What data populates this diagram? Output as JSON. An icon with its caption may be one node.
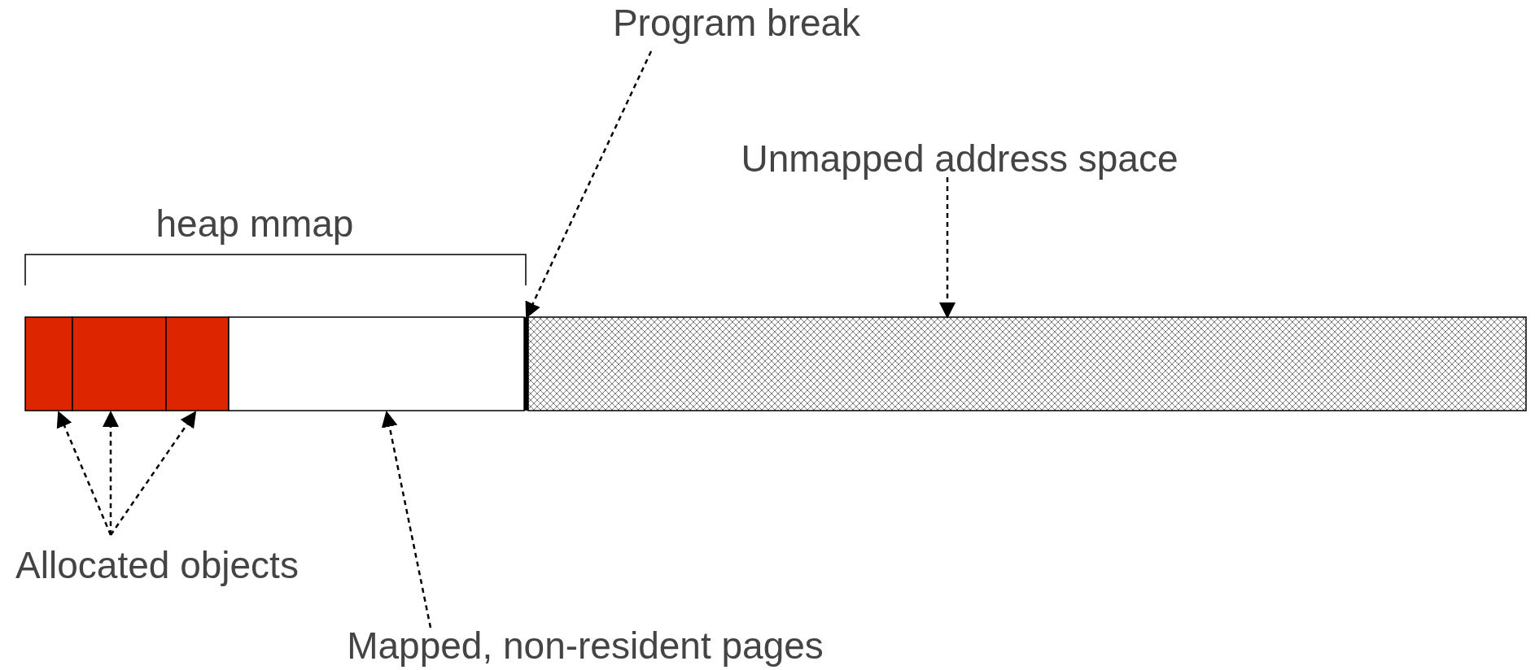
{
  "diagram": {
    "nodes": [
      {
        "text": [
          "Program break"
        ]
      },
      {
        "text": [
          "Unmapped address space"
        ]
      },
      {
        "text": [],
        "shape": "box"
      },
      {
        "text": [],
        "shape": "box"
      },
      {
        "text": [],
        "shape": "box"
      },
      {
        "text": [],
        "shape": "box"
      },
      {
        "text": [],
        "shape": "bar"
      },
      {
        "text": [],
        "shape": "box"
      },
      {
        "text": [
          "Allocated objects"
        ]
      },
      {
        "text": [
          "Mapped, non-resident pages"
        ]
      }
    ],
    "edges": [
      {
        "from": 0,
        "to": 6,
        "arrow": "to",
        "style": "dashed"
      },
      {
        "from": 1,
        "to": 7,
        "arrow": "to",
        "style": "dashed"
      },
      {
        "from": 8,
        "to": 2,
        "arrow": "to",
        "style": "dashed"
      },
      {
        "from": 8,
        "to": 3,
        "arrow": "to",
        "style": "dashed"
      },
      {
        "from": 8,
        "to": 4,
        "arrow": "to",
        "style": "dashed"
      },
      {
        "from": 9,
        "to": 5,
        "arrow": "to",
        "style": "dashed"
      }
    ],
    "labels": [
      "heap mmap"
    ]
  }
}
